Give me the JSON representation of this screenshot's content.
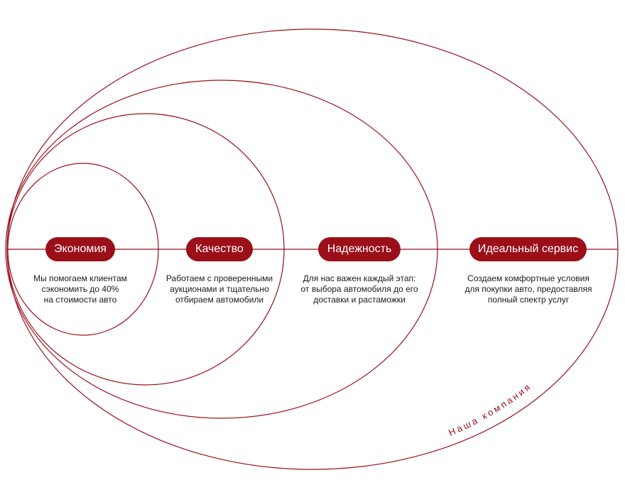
{
  "colors": {
    "accent": "#9b0f19",
    "text": "#1a1a1a",
    "background": "#ffffff"
  },
  "levels": [
    {
      "label": "Экономия",
      "description": [
        "Мы помогаем клиентам",
        "сэкономить до 40%",
        "на стоимости авто"
      ]
    },
    {
      "label": "Качество",
      "description": [
        "Работаем с проверенными",
        "аукционами и тщательно",
        "отбираем автомобили"
      ]
    },
    {
      "label": "Надежность",
      "description": [
        "Для нас важен каждый этап:",
        "от выбора автомобиля до его",
        "доставки и растаможки"
      ]
    },
    {
      "label": "Идеальный сервис",
      "description": [
        "Создаем комфортные условия",
        "для покупки авто, предоставляя",
        "полный спектр услуг"
      ]
    }
  ],
  "outer_caption": "Наша компания"
}
